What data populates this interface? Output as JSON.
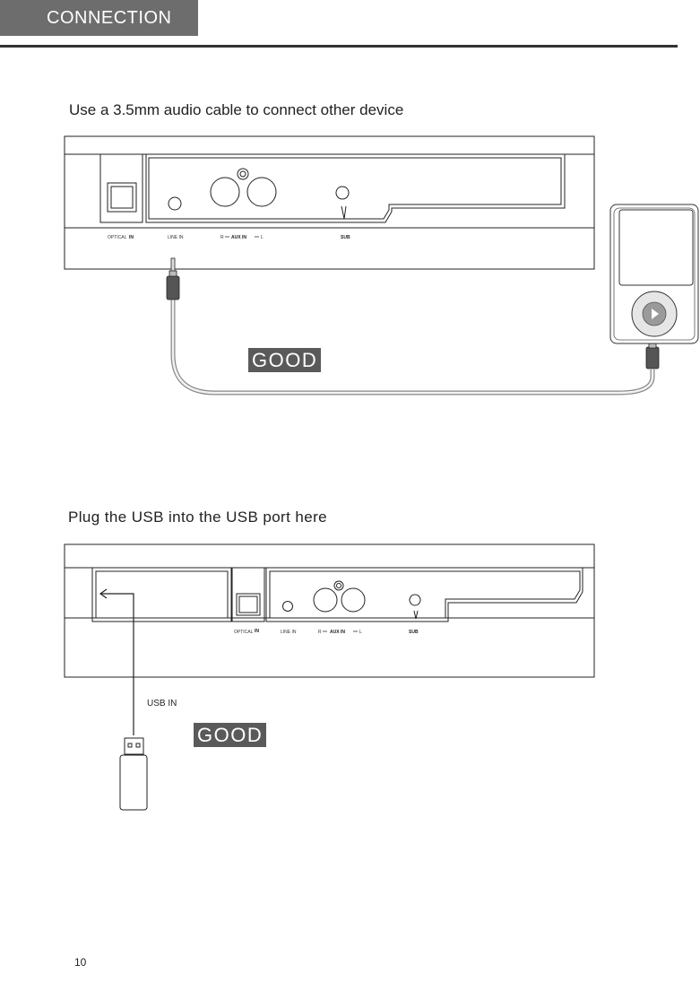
{
  "header": {
    "title": "CONNECTION"
  },
  "section1": {
    "instruction": "Use a 3.5mm audio cable to connect other device",
    "badge": "GOOD",
    "ports": {
      "optical": "OPTICAL",
      "optical_in": "IN",
      "line_in": "LINE IN",
      "aux_r": "R",
      "aux_in": "AUX IN",
      "aux_l": "L",
      "sub": "SUB"
    }
  },
  "section2": {
    "instruction": "Plug the USB into the USB port here",
    "badge": "GOOD",
    "usb_label": "USB IN",
    "ports": {
      "optical": "OPTICAL",
      "optical_in": "IN",
      "line_in": "LINE IN",
      "aux_r": "R",
      "aux_in": "AUX IN",
      "aux_l": "L",
      "sub": "SUB"
    }
  },
  "footer": {
    "page_number": "10"
  },
  "colors": {
    "tab": "#6d6d6d",
    "badge": "#5a5a5a",
    "line": "#333333"
  }
}
